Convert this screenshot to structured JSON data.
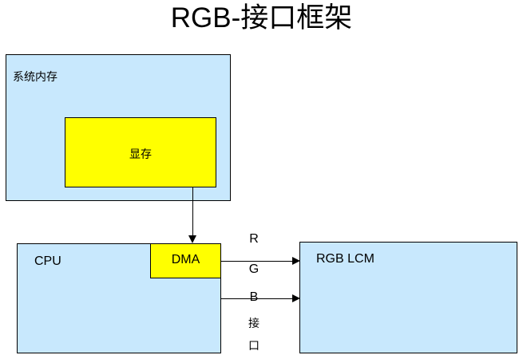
{
  "title": "RGB-接口框架",
  "colors": {
    "block_blue": "#c8e8fd",
    "block_yellow": "#ffff00",
    "stroke": "#000000",
    "background": "#ffffff"
  },
  "blocks": {
    "system_memory": {
      "label": "系统内存"
    },
    "video_memory": {
      "label": "显存"
    },
    "cpu": {
      "label": "CPU"
    },
    "dma": {
      "label": "DMA"
    },
    "lcm": {
      "label": "RGB LCM"
    }
  },
  "signals": [
    {
      "label": "R"
    },
    {
      "label": "G"
    },
    {
      "label": "B"
    },
    {
      "label": "接"
    },
    {
      "label": "口"
    }
  ]
}
